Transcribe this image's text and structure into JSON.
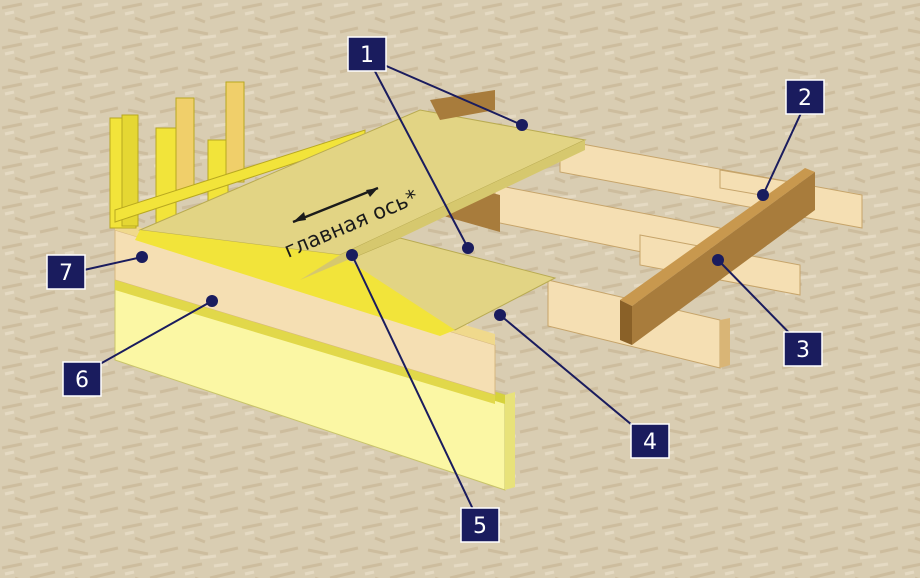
{
  "diagram": {
    "axis_label": "главная ось*",
    "callouts": [
      {
        "id": "1",
        "label": "1"
      },
      {
        "id": "2",
        "label": "2"
      },
      {
        "id": "3",
        "label": "3"
      },
      {
        "id": "4",
        "label": "4"
      },
      {
        "id": "5",
        "label": "5"
      },
      {
        "id": "6",
        "label": "6"
      },
      {
        "id": "7",
        "label": "7"
      }
    ]
  },
  "colors": {
    "background": "#d9cdb2",
    "osb_panel": "#e2d484",
    "wood_light": "#f3d9a6",
    "wood_dark": "#a87c3c",
    "foundation": "#fbf7a4",
    "stud_yellow": "#f2e43a",
    "label_bg": "#1a1c5e"
  }
}
